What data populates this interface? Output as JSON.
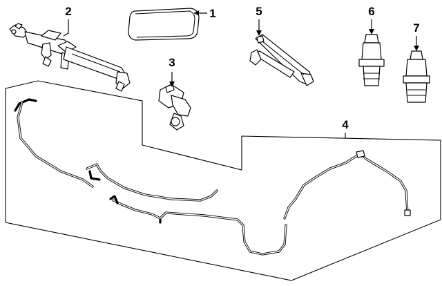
{
  "diagram": {
    "callouts": {
      "c1": "1",
      "c2": "2",
      "c3": "3",
      "c4": "4",
      "c5": "5",
      "c6": "6",
      "c7": "7"
    }
  },
  "colors": {
    "line": "#000000",
    "background": "#ffffff"
  },
  "icons": {
    "part1": "cover-icon",
    "part2": "washer-nozzle-icon",
    "part3": "connector-icon",
    "part4": "hose-assembly-icon",
    "part5": "check-valve-icon",
    "part6": "connector-fitting-icon",
    "part7": "connector-fitting-icon"
  }
}
